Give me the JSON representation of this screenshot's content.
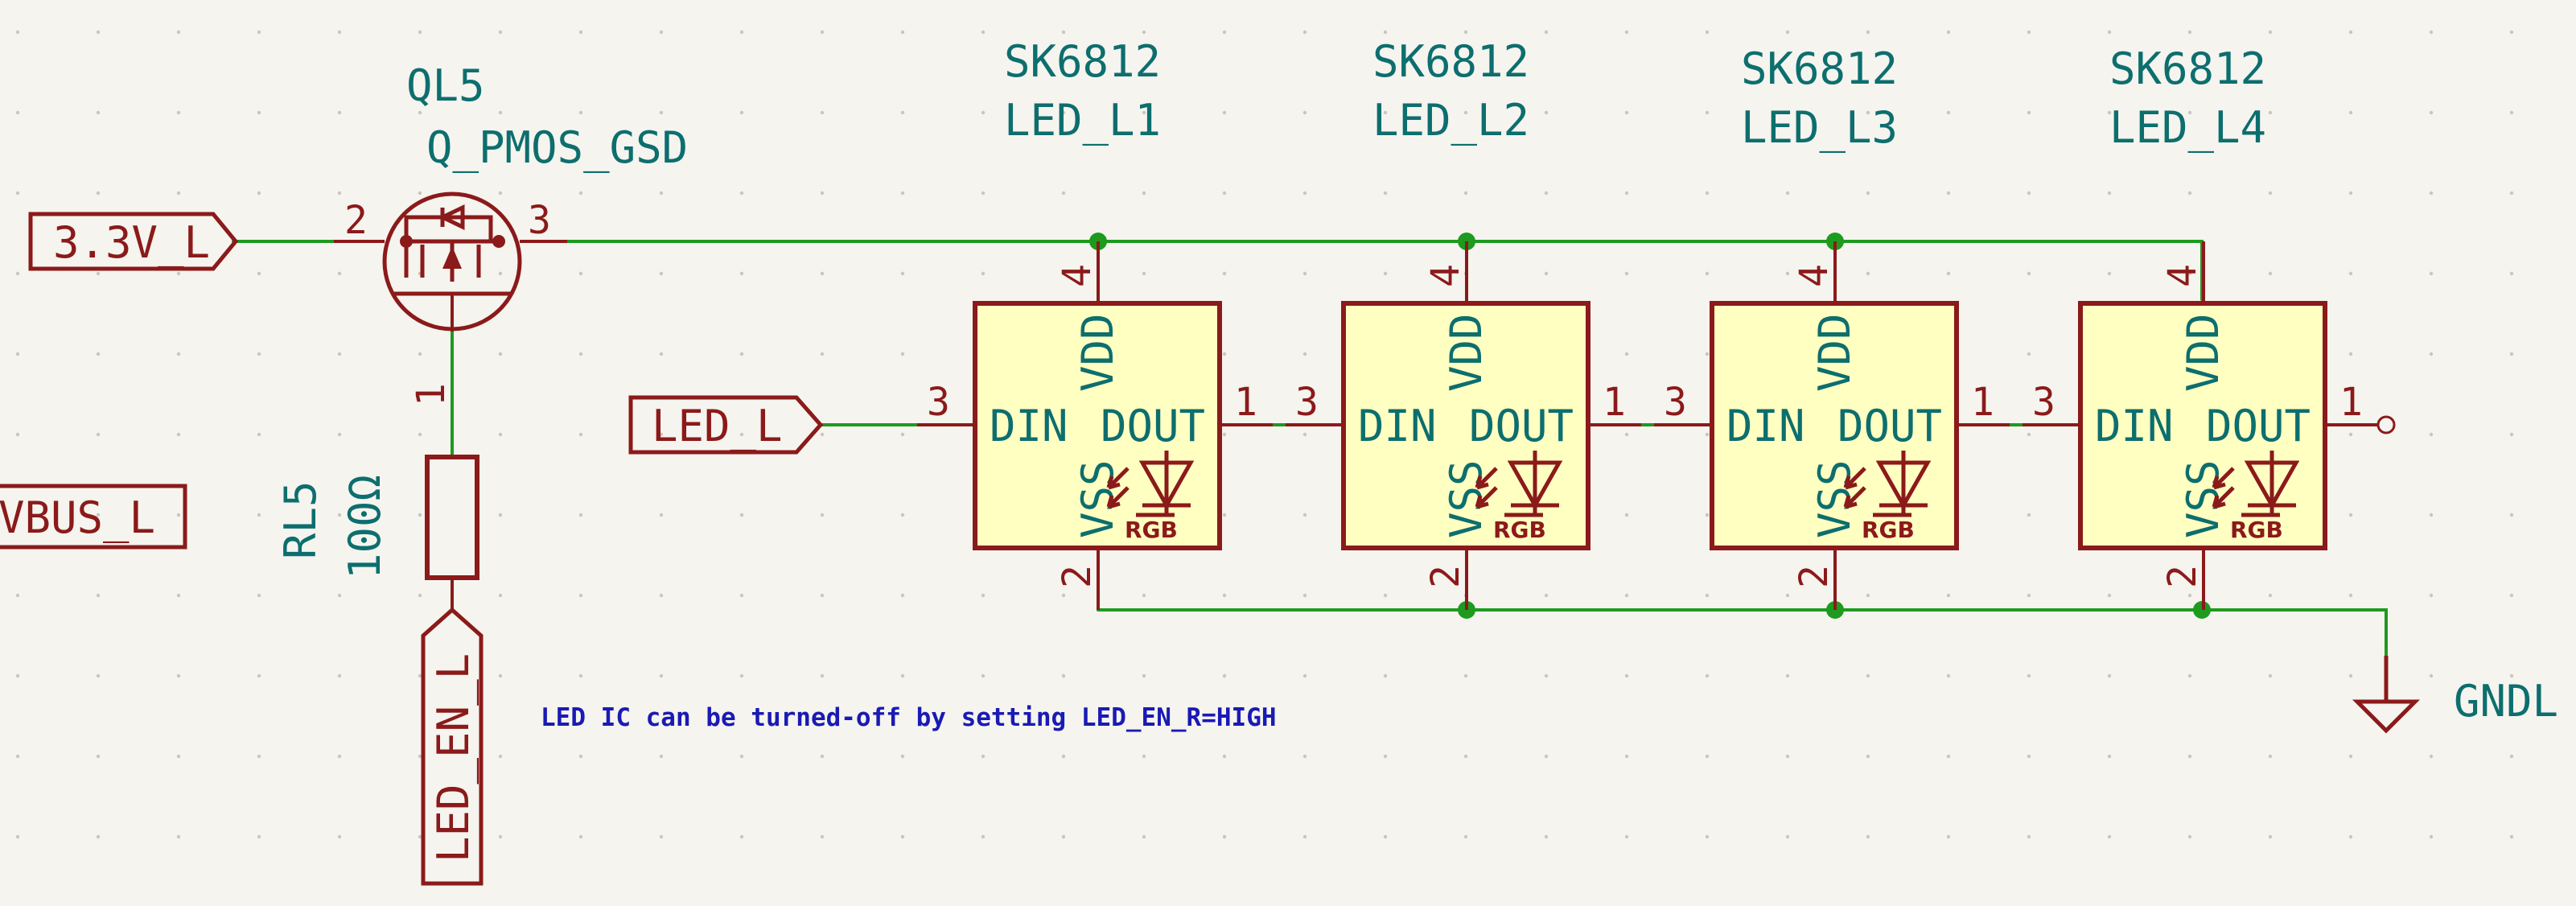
{
  "colors": {
    "background": "#f5f4ef",
    "wire": "#1e9a1e",
    "symbol": "#8b1a1a",
    "symbol_fill": "#ffffc2",
    "reference_text": "#0d6e6e",
    "note_text": "#1a1ab4"
  },
  "transistor": {
    "reference": "QL5",
    "value": "Q_PMOS_GSD",
    "pin_gate": "1",
    "pin_source": "2",
    "pin_drain": "3"
  },
  "resistor": {
    "reference": "RL5",
    "value": "100Ω"
  },
  "labels": {
    "supply": "3.3V_L",
    "data_in": "LED_L",
    "vbus": "VBUS_L",
    "enable": "LED_EN_L",
    "ground": "GNDL"
  },
  "leds": [
    {
      "type": "SK6812",
      "reference": "LED_L1"
    },
    {
      "type": "SK6812",
      "reference": "LED_L2"
    },
    {
      "type": "SK6812",
      "reference": "LED_L3"
    },
    {
      "type": "SK6812",
      "reference": "LED_L4"
    }
  ],
  "led_pins": {
    "din": "DIN",
    "dout": "DOUT",
    "vdd": "VDD",
    "vss": "VSS",
    "din_num": "3",
    "dout_num": "1",
    "vdd_num": "4",
    "vss_num": "2",
    "rgb": "RGB"
  },
  "note": "LED IC can be turned-off by setting LED_EN_R=HIGH"
}
